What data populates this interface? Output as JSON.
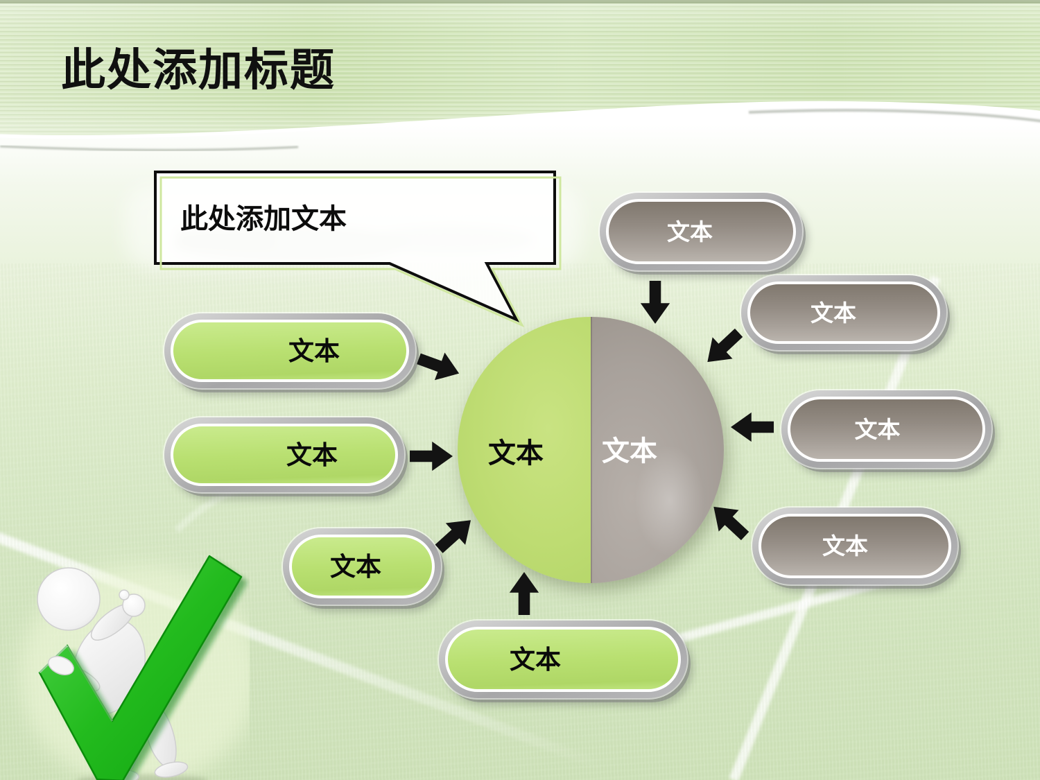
{
  "slide": {
    "title": "此处添加标题",
    "theme": "soccer-field-green"
  },
  "callout": {
    "text": "此处添加文本"
  },
  "diagram": {
    "center_circle": {
      "left_label": "文本",
      "right_label": "文本"
    },
    "green_items": [
      {
        "label": "文本"
      },
      {
        "label": "文本"
      },
      {
        "label": "文本"
      },
      {
        "label": "文本"
      }
    ],
    "gray_items": [
      {
        "label": "文本"
      },
      {
        "label": "文本"
      },
      {
        "label": "文本"
      },
      {
        "label": "文本"
      }
    ]
  },
  "icons": {
    "arrow": "arrow-icon",
    "checkmark": "checkmark-icon",
    "person": "person-figure"
  },
  "colors": {
    "accent_green": "#bbe173",
    "accent_taupe": "#a69f99",
    "check_green": "#16b416",
    "header_band": "#d5e7bd",
    "arrow_black": "#131313",
    "title_text": "#101010"
  }
}
